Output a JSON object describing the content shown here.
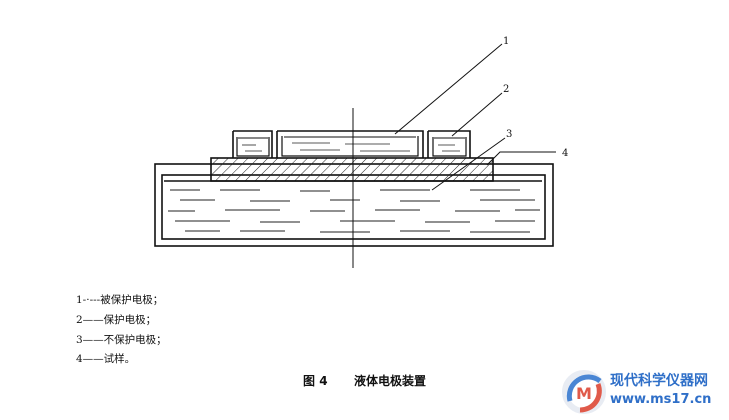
{
  "figure": {
    "callouts": [
      "1",
      "2",
      "3",
      "4"
    ],
    "legend": [
      "1-·---被保护电极；",
      "2——保护电极；",
      "3——不保护电极；",
      "4——试样。"
    ],
    "caption_number": "图 4",
    "caption_title": "液体电极装置"
  },
  "watermark": {
    "site_name": "现代科学仪器网",
    "url": "www.ms17.cn"
  }
}
